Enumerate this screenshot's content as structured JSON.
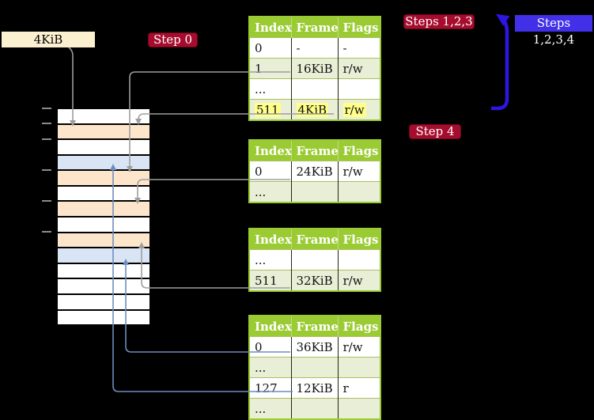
{
  "labels": {
    "frame_address": "4KiB",
    "step0": "Step 0",
    "steps123": "Steps 1,2,3",
    "steps1234": "Steps 1,2,3,4",
    "step4": "Step 4"
  },
  "tables": [
    {
      "name": "page-table-top",
      "headers": [
        "Index",
        "Frame",
        "Flags"
      ],
      "rows": [
        [
          "0",
          "-",
          "-"
        ],
        [
          "1",
          "16KiB",
          "r/w"
        ],
        [
          "...",
          "",
          ""
        ],
        [
          "511",
          "4KiB",
          "r/w"
        ]
      ],
      "highlighted_row": "511"
    },
    {
      "name": "page-table-second",
      "headers": [
        "Index",
        "Frame",
        "Flags"
      ],
      "rows": [
        [
          "0",
          "24KiB",
          "r/w"
        ],
        [
          "...",
          "",
          ""
        ]
      ]
    },
    {
      "name": "page-table-third",
      "headers": [
        "Index",
        "Frame",
        "Flags"
      ],
      "rows": [
        [
          "...",
          "",
          ""
        ],
        [
          "511",
          "32KiB",
          "r/w"
        ]
      ]
    },
    {
      "name": "page-table-bottom",
      "headers": [
        "Index",
        "Frame",
        "Flags"
      ],
      "rows": [
        [
          "0",
          "36KiB",
          "r/w"
        ],
        [
          "...",
          "",
          ""
        ],
        [
          "127",
          "12KiB",
          "r"
        ],
        [
          "...",
          "",
          ""
        ]
      ]
    }
  ],
  "memory": {
    "rows": [
      "white",
      "orange",
      "white",
      "blue",
      "orange",
      "white",
      "orange",
      "white",
      "orange",
      "blue",
      "white",
      "white",
      "white",
      "white"
    ]
  },
  "colors": {
    "header_green": "#9acb32",
    "pale_green": "#e9efd6",
    "orange": "#fde5cb",
    "blue": "#d9e5f5",
    "white": "#ffffff",
    "highlight_yellow": "#ffff8a",
    "badge_red": "#a60c2e",
    "badge_blue": "#4130e8",
    "arrow_blue": "#2d15e2",
    "connector_gray": "#9e9e9e",
    "connector_blue": "#6c8ebf",
    "cream": "#fbf0d0"
  }
}
